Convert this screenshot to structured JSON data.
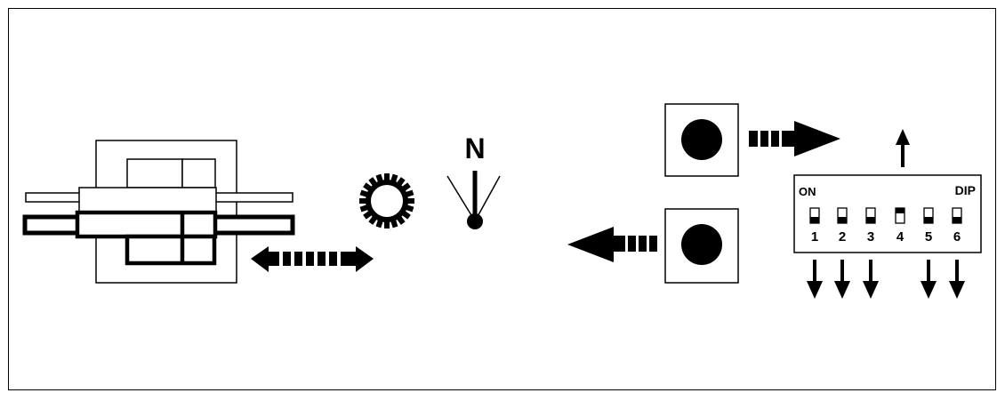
{
  "compass": {
    "letter": "N"
  },
  "dip_switch": {
    "on_label": "ON",
    "dip_label": "DIP",
    "switches": [
      {
        "number": "1",
        "state": "on"
      },
      {
        "number": "2",
        "state": "on"
      },
      {
        "number": "3",
        "state": "on"
      },
      {
        "number": "4",
        "state": "off"
      },
      {
        "number": "5",
        "state": "on"
      },
      {
        "number": "6",
        "state": "on"
      }
    ]
  }
}
